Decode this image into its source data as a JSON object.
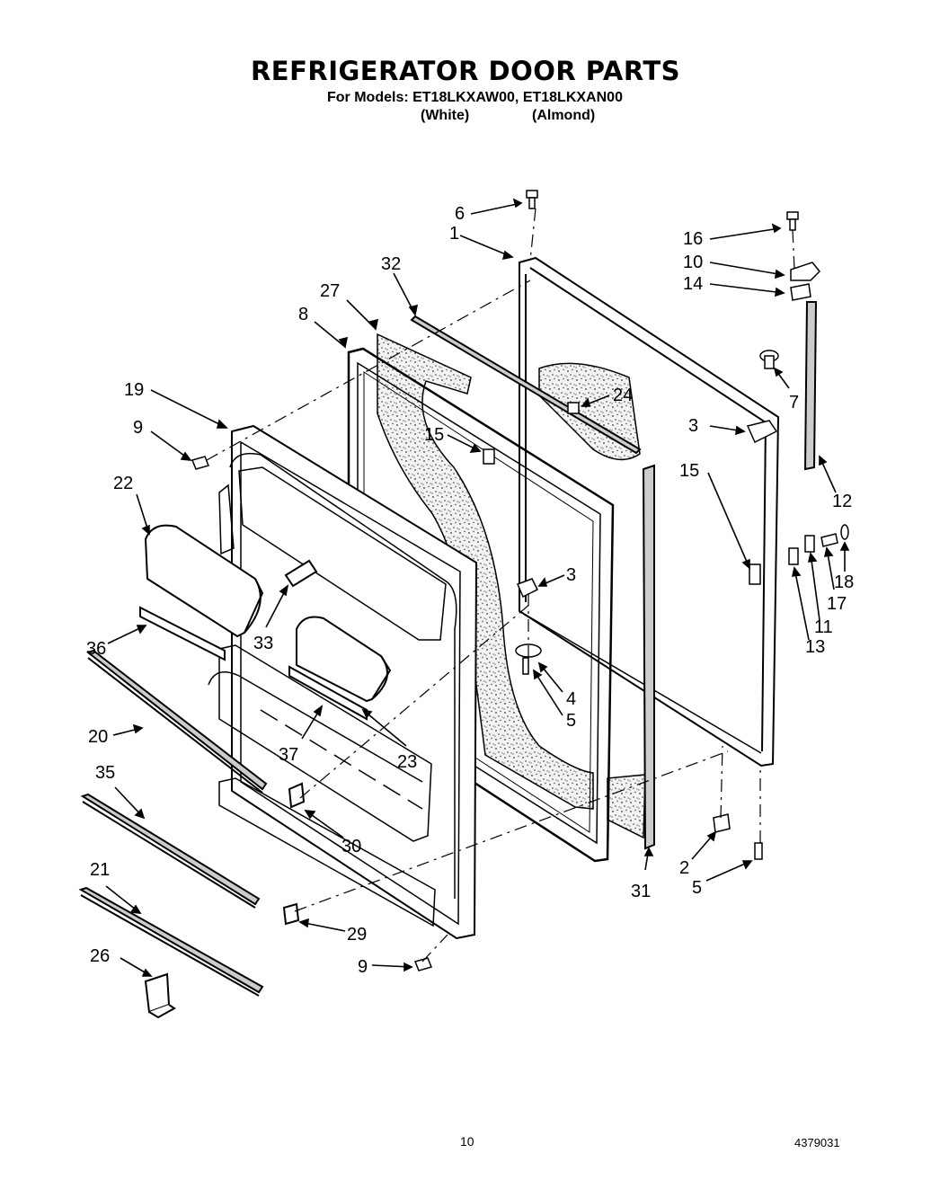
{
  "title": "REFRIGERATOR DOOR PARTS",
  "models_line": "For Models: ET18LKXAW00, ET18LKXAN00",
  "variants": [
    "(White)",
    "(Almond)"
  ],
  "callouts": [
    "6",
    "1",
    "16",
    "10",
    "14",
    "32",
    "27",
    "8",
    "7",
    "24",
    "19",
    "3",
    "15",
    "9",
    "22",
    "15",
    "12",
    "3",
    "18",
    "17",
    "11",
    "13",
    "33",
    "36",
    "4",
    "5",
    "37",
    "23",
    "20",
    "35",
    "30",
    "21",
    "2",
    "5",
    "31",
    "29",
    "26",
    "9"
  ],
  "page_number": "10",
  "document_number": "4379031"
}
